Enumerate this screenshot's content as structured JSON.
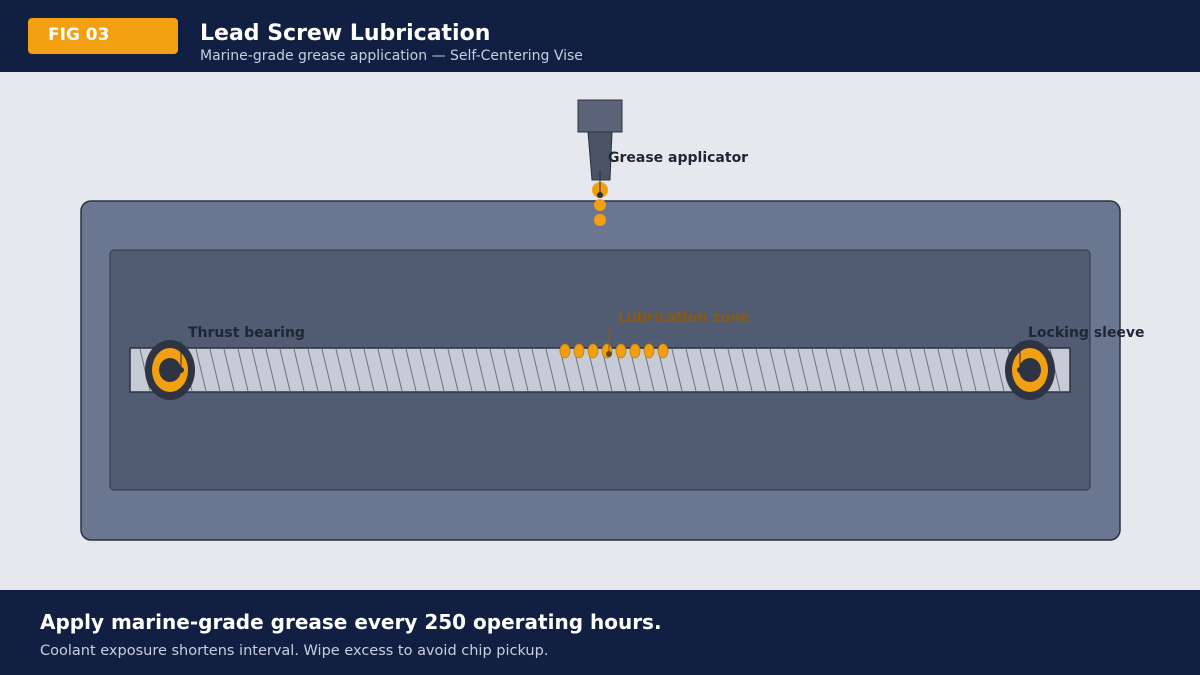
{
  "header": {
    "figure_tag": "FIG 03",
    "title": "Lead Screw Lubrication",
    "subtitle": "Marine-grade grease application — Self-Centering Vise"
  },
  "diagram": {
    "labels": {
      "applicator": "Grease applicator",
      "thrust_bearing": "Thrust bearing",
      "lubrication_zone": "Lubrication zone",
      "locking_sleeve": "Locking sleeve"
    },
    "colors": {
      "header_bg": "#111f42",
      "accent": "#f2a012",
      "vise_body": "#6b7790",
      "vise_cavity": "#515b71",
      "screw": "#c7cbd6",
      "canvas_bg": "#e6e8ee"
    }
  },
  "footer": {
    "instruction": "Apply marine-grade grease every 250 operating hours.",
    "note": "Coolant exposure shortens interval. Wipe excess to avoid chip pickup."
  }
}
